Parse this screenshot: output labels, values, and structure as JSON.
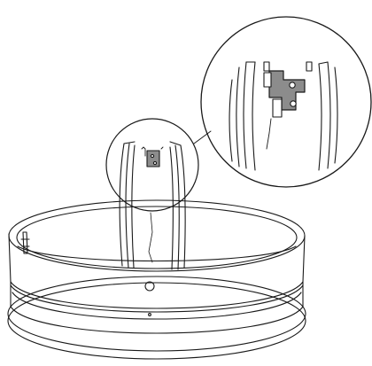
{
  "figure": {
    "kind": "technical line illustration",
    "line_color": "#1a1a1a",
    "bracket_fill": "#8c8c8c",
    "background": "#ffffff",
    "callouts": [
      {
        "name": "small-detail-circle"
      },
      {
        "name": "zoom-detail-circle"
      }
    ]
  }
}
